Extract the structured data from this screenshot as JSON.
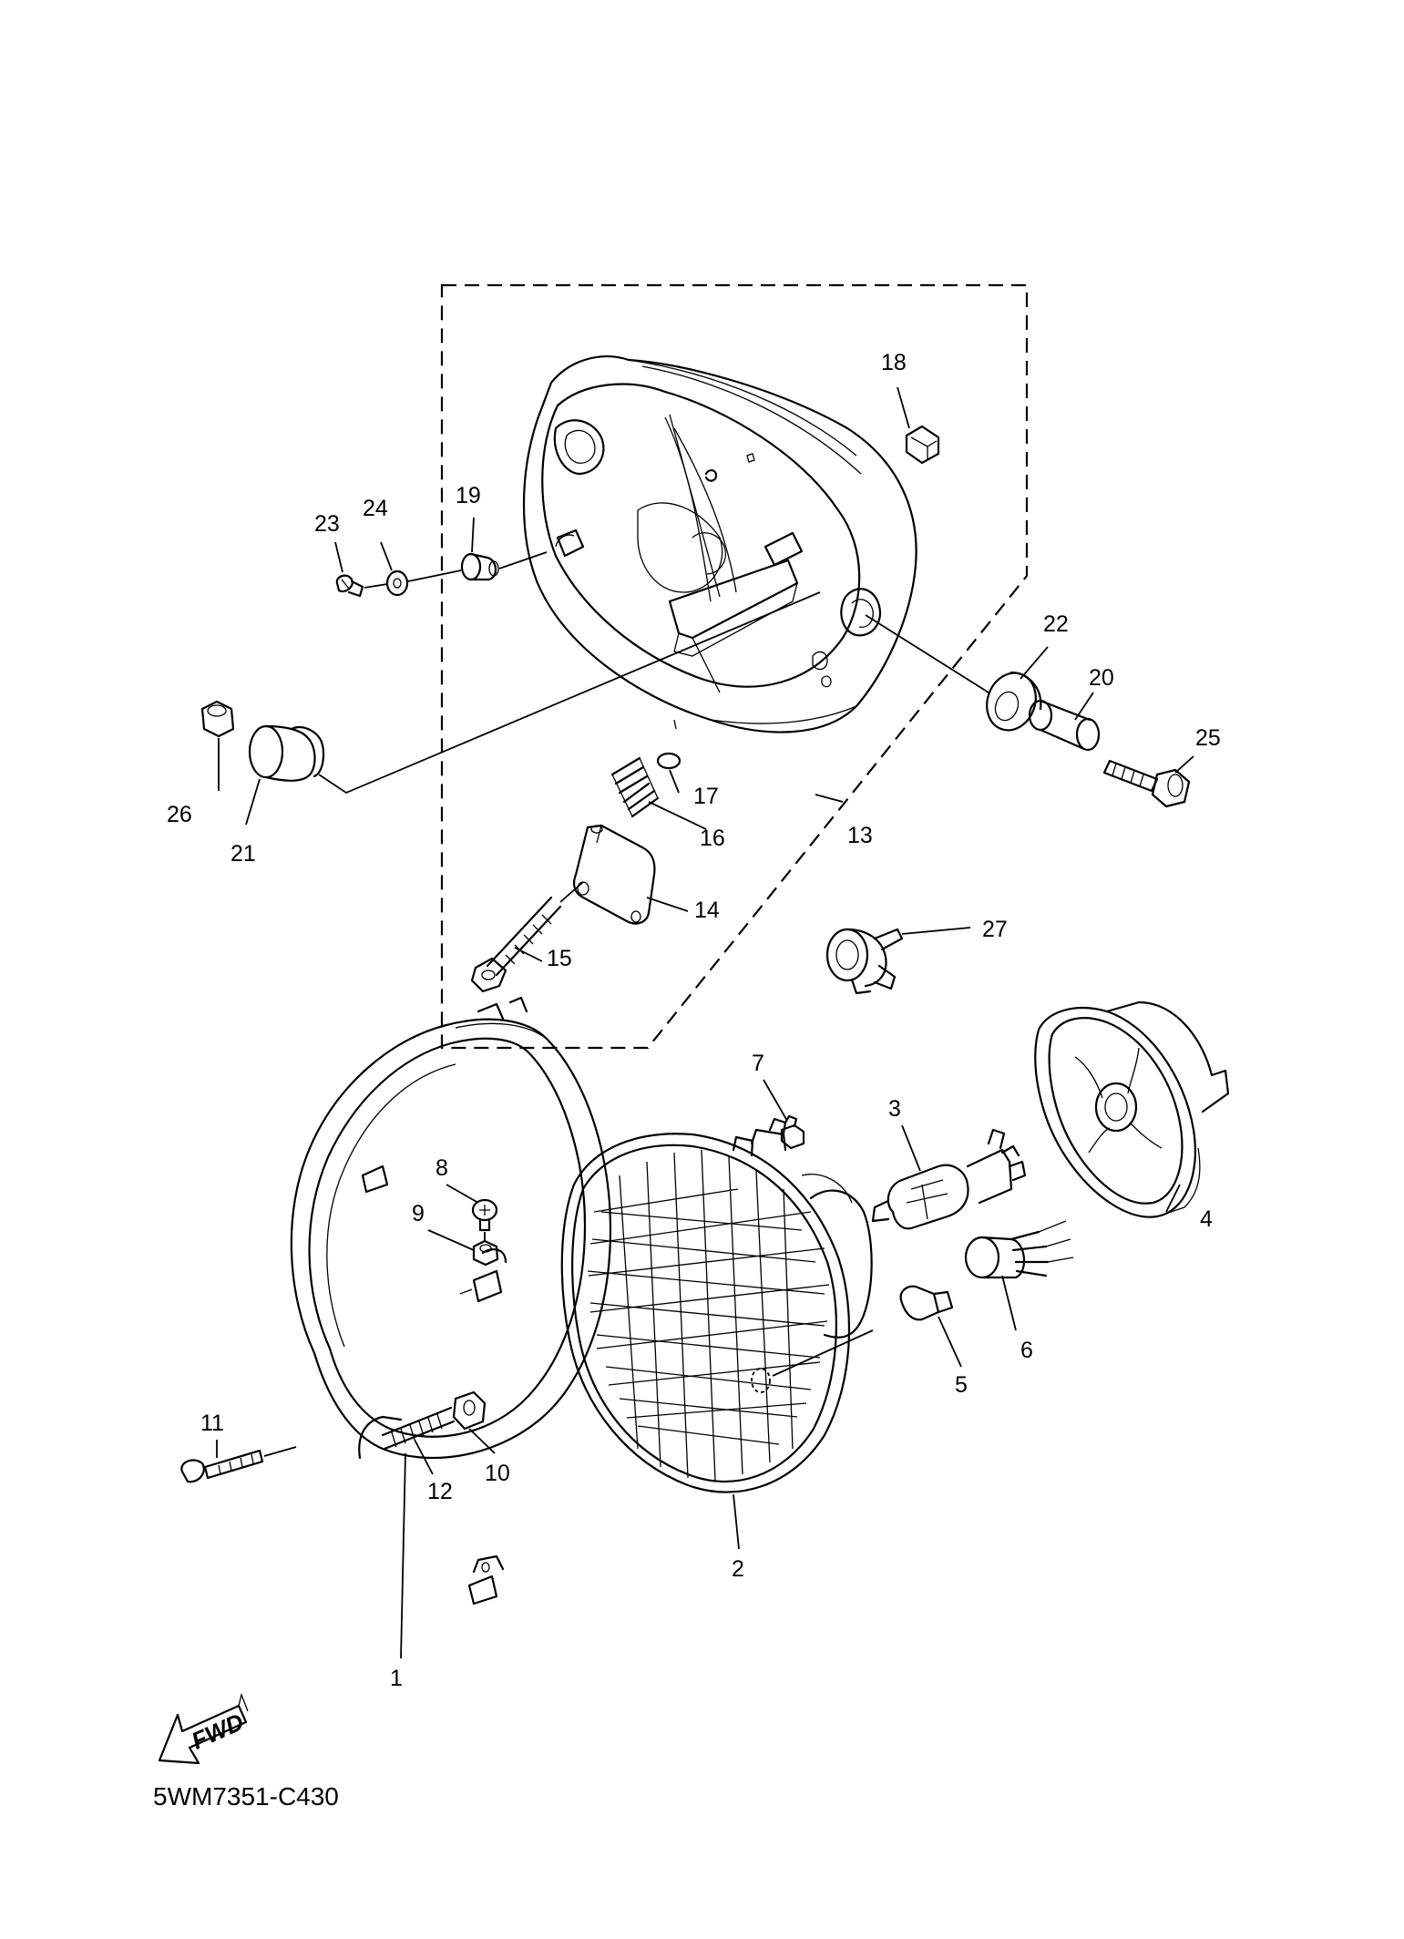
{
  "diagram_code": "5WM7351-C430",
  "direction_label": "FWD",
  "callouts": {
    "p1": "1",
    "p2": "2",
    "p3": "3",
    "p4": "4",
    "p5": "5",
    "p6": "6",
    "p7": "7",
    "p8": "8",
    "p9": "9",
    "p10": "10",
    "p11": "11",
    "p12": "12",
    "p13": "13",
    "p14": "14",
    "p15": "15",
    "p16": "16",
    "p17": "17",
    "p18": "18",
    "p19": "19",
    "p20": "20",
    "p21": "21",
    "p22": "22",
    "p23": "23",
    "p24": "24",
    "p25": "25",
    "p26": "26",
    "p27": "27"
  }
}
